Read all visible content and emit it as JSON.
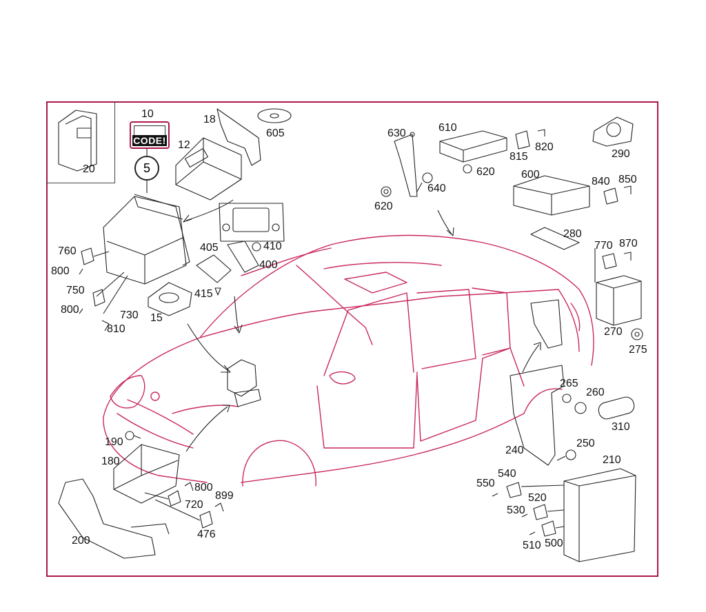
{
  "diagram": {
    "code_badge": "CODE!",
    "circle_number": "5",
    "part_labels": [
      "10",
      "12",
      "18",
      "605",
      "20",
      "5",
      "760",
      "800",
      "750",
      "800",
      "730",
      "810",
      "15",
      "405",
      "410",
      "400",
      "415",
      "630",
      "610",
      "815",
      "820",
      "620",
      "620",
      "640",
      "600",
      "840",
      "850",
      "280",
      "290",
      "770",
      "870",
      "270",
      "275",
      "265",
      "260",
      "310",
      "250",
      "240",
      "210",
      "540",
      "550",
      "520",
      "530",
      "510",
      "500",
      "190",
      "180",
      "200",
      "800",
      "720",
      "899",
      "476"
    ]
  },
  "colors": {
    "frame": "#a8174a",
    "car_outline": "#c8285a",
    "line": "#222222"
  }
}
